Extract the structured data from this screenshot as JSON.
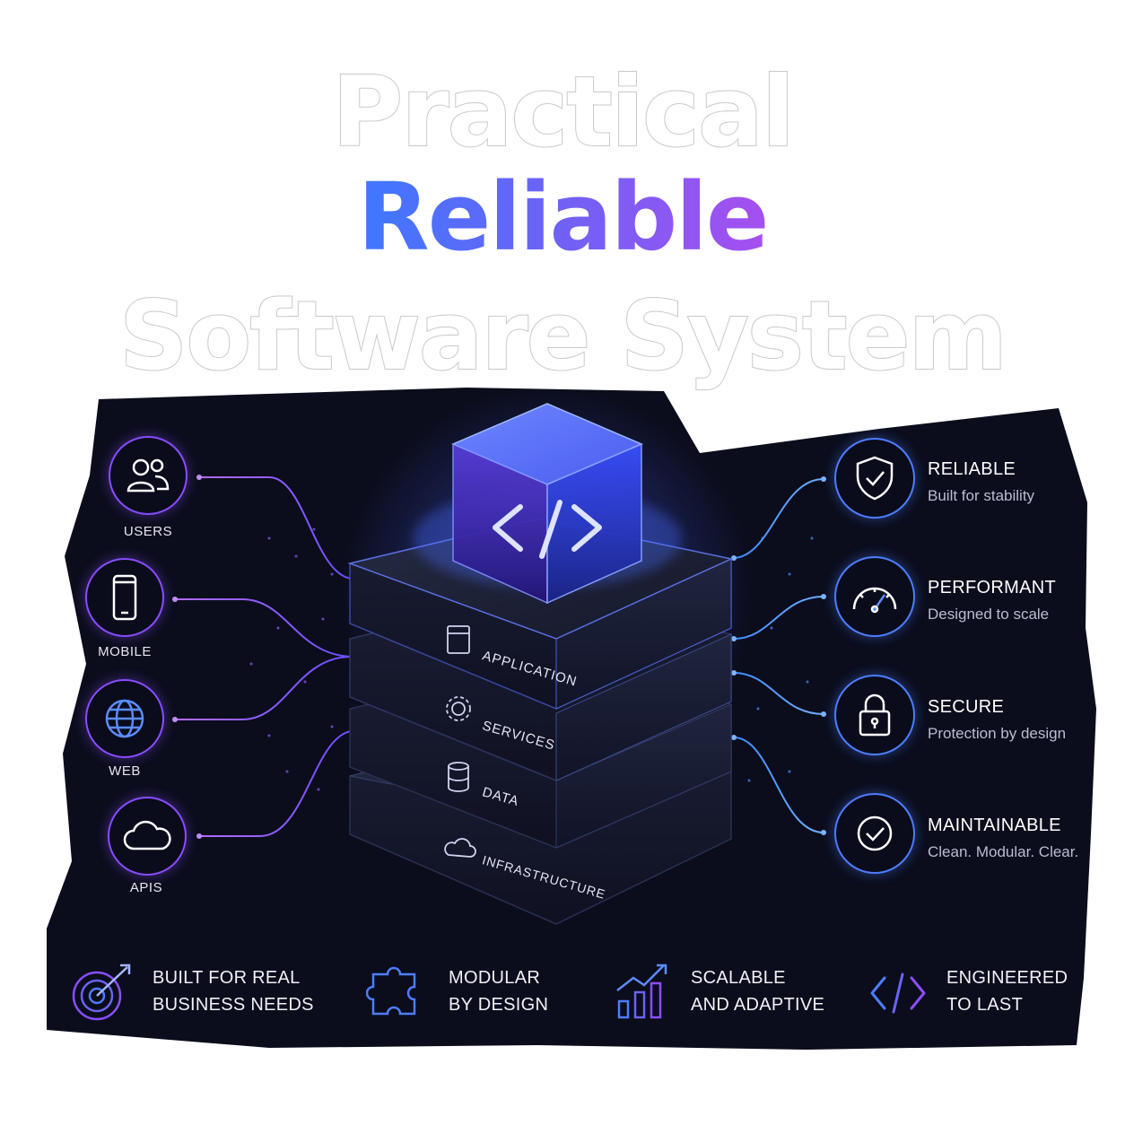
{
  "title": {
    "line1": "Practical",
    "line2": "Reliable",
    "line3": "Software System"
  },
  "colors": {
    "panel_bg": "#0b0d1c",
    "purple_accent": "#8a4dff",
    "blue_accent": "#4d7dff"
  },
  "left_nodes": [
    {
      "label": "USERS",
      "icon": "users-icon"
    },
    {
      "label": "MOBILE",
      "icon": "mobile-icon"
    },
    {
      "label": "WEB",
      "icon": "globe-icon"
    },
    {
      "label": "APIS",
      "icon": "cloud-icon"
    }
  ],
  "stack": {
    "cube_icon": "code-icon",
    "layers": [
      {
        "label": "APPLICATION",
        "icon": "window-icon"
      },
      {
        "label": "SERVICES",
        "icon": "gear-icon"
      },
      {
        "label": "DATA",
        "icon": "database-icon"
      },
      {
        "label": "INFRASTRUCTURE",
        "icon": "cloud-icon"
      }
    ]
  },
  "right_features": [
    {
      "title": "RELIABLE",
      "subtitle": "Built for stability",
      "icon": "shield-check-icon"
    },
    {
      "title": "PERFORMANT",
      "subtitle": "Designed to scale",
      "icon": "gauge-icon"
    },
    {
      "title": "SECURE",
      "subtitle": "Protection by design",
      "icon": "lock-icon"
    },
    {
      "title": "MAINTAINABLE",
      "subtitle": "Clean. Modular. Clear.",
      "icon": "check-circle-icon"
    }
  ],
  "bottom_items": [
    {
      "line1": "BUILT FOR REAL",
      "line2": "BUSINESS NEEDS",
      "icon": "target-icon"
    },
    {
      "line1": "MODULAR",
      "line2": "BY DESIGN",
      "icon": "puzzle-icon"
    },
    {
      "line1": "SCALABLE",
      "line2": "AND ADAPTIVE",
      "icon": "growth-chart-icon"
    },
    {
      "line1": "ENGINEERED",
      "line2": "TO LAST",
      "icon": "code-icon"
    }
  ]
}
